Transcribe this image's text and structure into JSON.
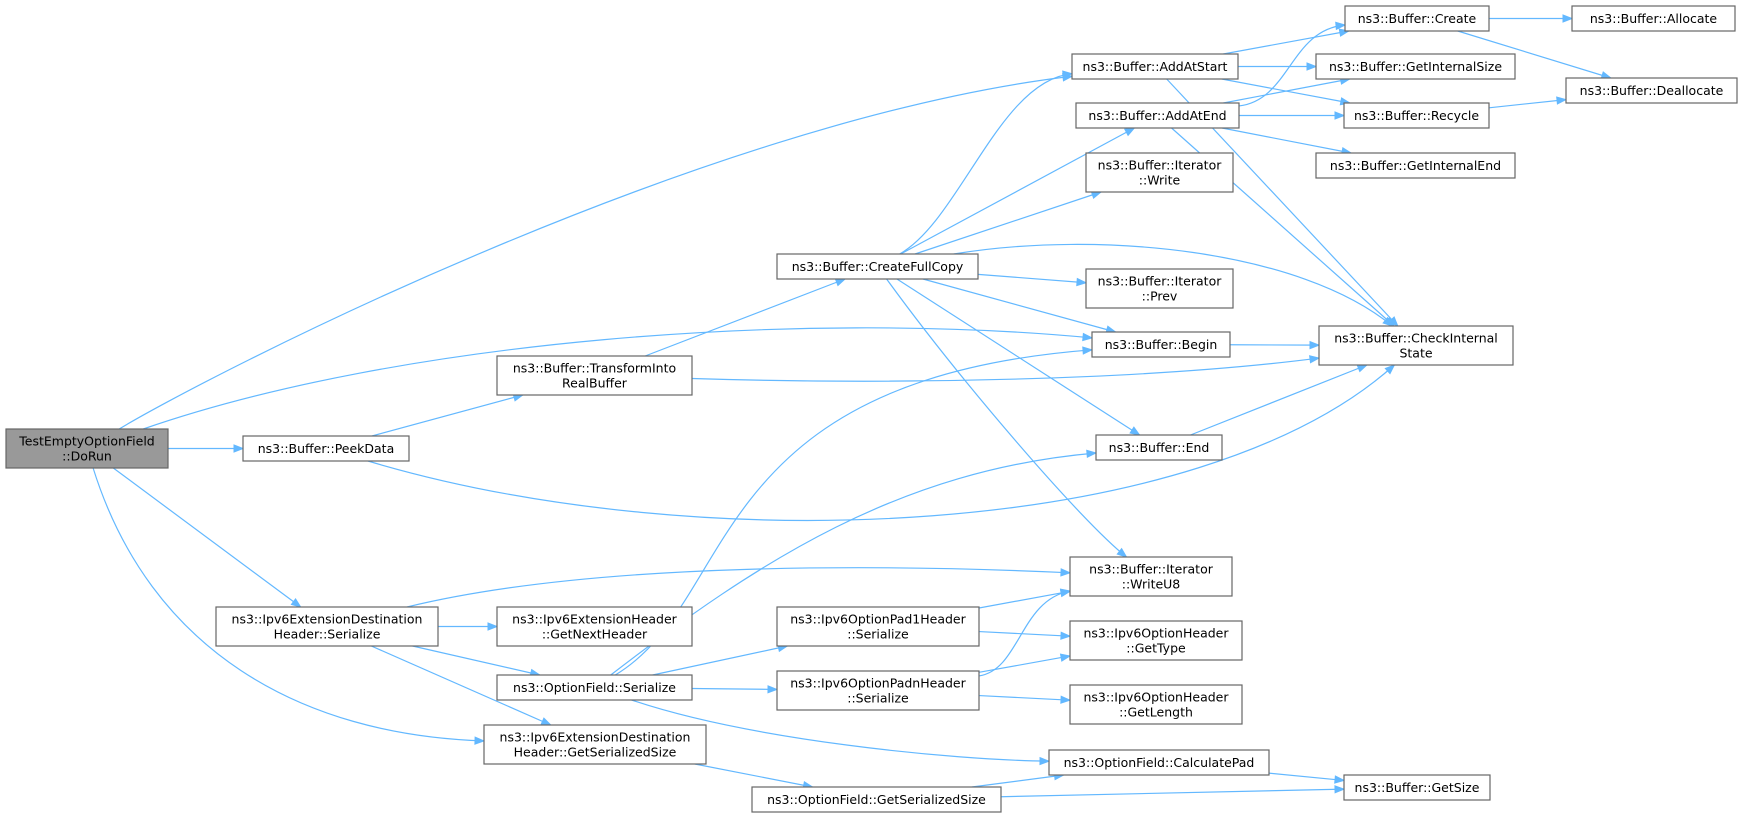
{
  "graph": {
    "nodes": [
      {
        "id": "doRun",
        "lines": [
          "TestEmptyOptionField",
          "::DoRun"
        ],
        "root": true
      },
      {
        "id": "peekData",
        "lines": [
          "ns3::Buffer::PeekData"
        ]
      },
      {
        "id": "transformInto",
        "lines": [
          "ns3::Buffer::TransformInto",
          "RealBuffer"
        ]
      },
      {
        "id": "createFullCopy",
        "lines": [
          "ns3::Buffer::CreateFullCopy"
        ]
      },
      {
        "id": "addAtStart",
        "lines": [
          "ns3::Buffer::AddAtStart"
        ]
      },
      {
        "id": "addAtEnd",
        "lines": [
          "ns3::Buffer::AddAtEnd"
        ]
      },
      {
        "id": "iterWrite",
        "lines": [
          "ns3::Buffer::Iterator",
          "::Write"
        ]
      },
      {
        "id": "iterPrev",
        "lines": [
          "ns3::Buffer::Iterator",
          "::Prev"
        ]
      },
      {
        "id": "begin",
        "lines": [
          "ns3::Buffer::Begin"
        ]
      },
      {
        "id": "end",
        "lines": [
          "ns3::Buffer::End"
        ]
      },
      {
        "id": "create",
        "lines": [
          "ns3::Buffer::Create"
        ]
      },
      {
        "id": "getInternalSize",
        "lines": [
          "ns3::Buffer::GetInternalSize"
        ]
      },
      {
        "id": "recycle",
        "lines": [
          "ns3::Buffer::Recycle"
        ]
      },
      {
        "id": "getInternalEnd",
        "lines": [
          "ns3::Buffer::GetInternalEnd"
        ]
      },
      {
        "id": "checkInternal",
        "lines": [
          "ns3::Buffer::CheckInternal",
          "State"
        ]
      },
      {
        "id": "allocate",
        "lines": [
          "ns3::Buffer::Allocate"
        ]
      },
      {
        "id": "deallocate",
        "lines": [
          "ns3::Buffer::Deallocate"
        ]
      },
      {
        "id": "ipv6DestSerialize",
        "lines": [
          "ns3::Ipv6ExtensionDestination",
          "Header::Serialize"
        ]
      },
      {
        "id": "ipv6ExtNext",
        "lines": [
          "ns3::Ipv6ExtensionHeader",
          "::GetNextHeader"
        ]
      },
      {
        "id": "optSerialize",
        "lines": [
          "ns3::OptionField::Serialize"
        ]
      },
      {
        "id": "ipv6DestGetSize",
        "lines": [
          "ns3::Ipv6ExtensionDestination",
          "Header::GetSerializedSize"
        ]
      },
      {
        "id": "pad1Serialize",
        "lines": [
          "ns3::Ipv6OptionPad1Header",
          "::Serialize"
        ]
      },
      {
        "id": "padnSerialize",
        "lines": [
          "ns3::Ipv6OptionPadnHeader",
          "::Serialize"
        ]
      },
      {
        "id": "writeU8",
        "lines": [
          "ns3::Buffer::Iterator",
          "::WriteU8"
        ]
      },
      {
        "id": "optHdrType",
        "lines": [
          "ns3::Ipv6OptionHeader",
          "::GetType"
        ]
      },
      {
        "id": "optHdrLength",
        "lines": [
          "ns3::Ipv6OptionHeader",
          "::GetLength"
        ]
      },
      {
        "id": "calcPad",
        "lines": [
          "ns3::OptionField::CalculatePad"
        ]
      },
      {
        "id": "optGetSize",
        "lines": [
          "ns3::OptionField::GetSerializedSize"
        ]
      },
      {
        "id": "bufGetSize",
        "lines": [
          "ns3::Buffer::GetSize"
        ]
      }
    ]
  },
  "colors": {
    "edge": "#63b8ff",
    "node_border": "#666666",
    "root_fill": "#999999",
    "node_fill": "#ffffff"
  }
}
